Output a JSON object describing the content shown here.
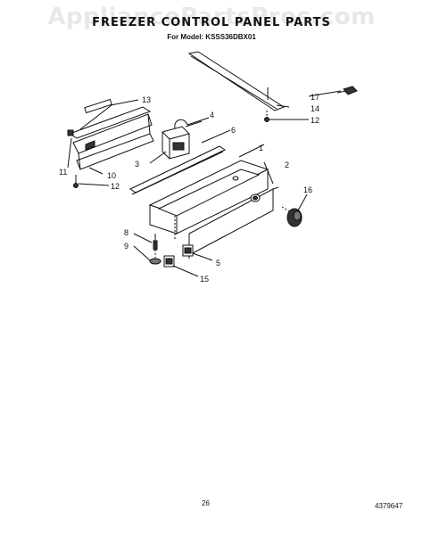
{
  "watermark": "AppliancePartsPros.com",
  "title": "FREEZER CONTROL PANEL PARTS",
  "subtitle": "For Model: KSSS36DBX01",
  "page_number": "26",
  "doc_number": "4379647",
  "callouts": {
    "c1": "1",
    "c2": "2",
    "c3": "3",
    "c4": "4",
    "c5": "5",
    "c6": "6",
    "c8": "8",
    "c9": "9",
    "c10": "10",
    "c11": "11",
    "c12a": "12",
    "c12b": "12",
    "c13": "13",
    "c14": "14",
    "c15": "15",
    "c16": "16",
    "c17": "17"
  }
}
